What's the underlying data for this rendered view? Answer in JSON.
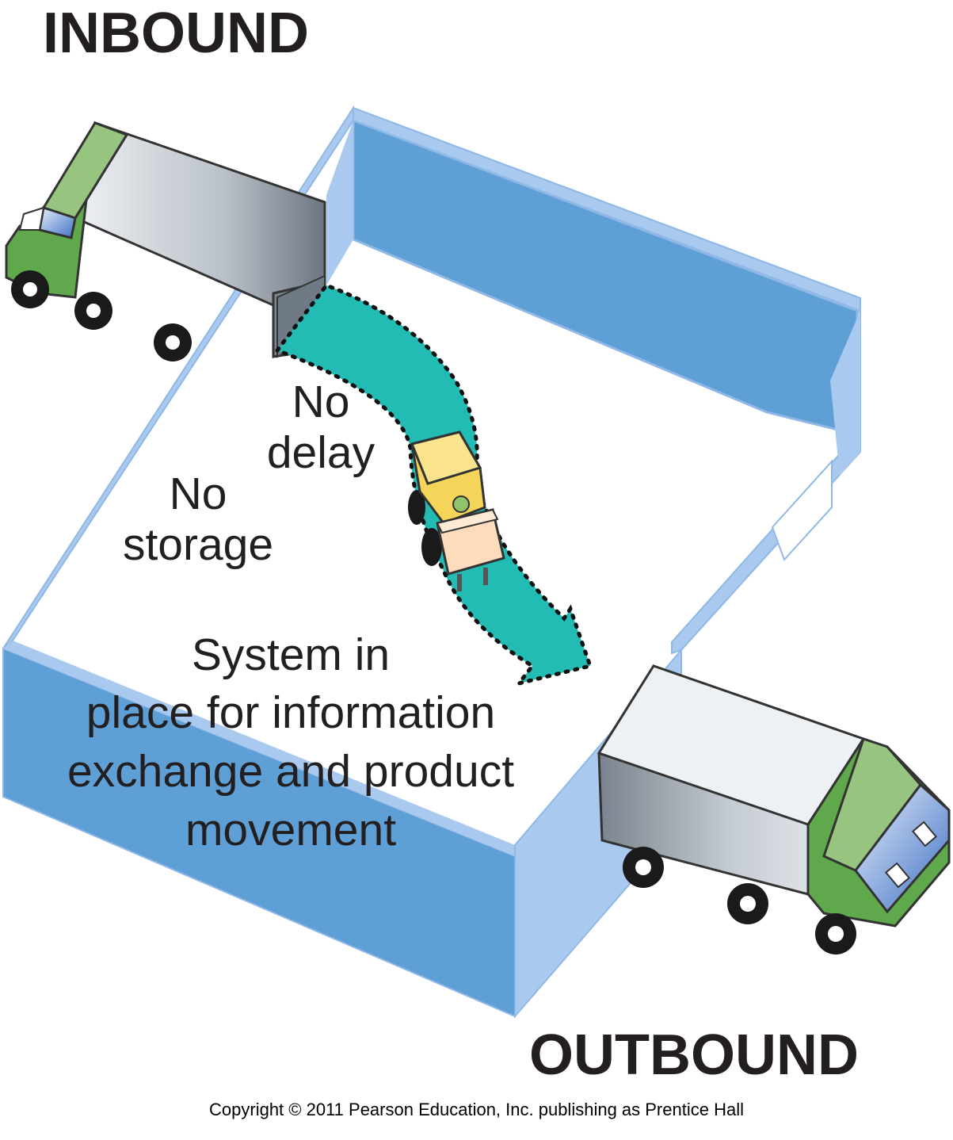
{
  "headings": {
    "inbound": "INBOUND",
    "outbound": "OUTBOUND"
  },
  "labels": {
    "no_delay": [
      "No",
      "delay"
    ],
    "no_storage": [
      "No",
      "storage"
    ],
    "system": [
      "System in",
      "place for information",
      "exchange and product",
      "movement"
    ]
  },
  "copyright": "Copyright © 2011 Pearson Education, Inc. publishing as Prentice Hall",
  "colors": {
    "wall_dark": "#5e9fd6",
    "wall_light": "#a9c9ee",
    "flow_arrow": "#22bcb5",
    "truck_cab": "#5fa84b",
    "truck_cab_light": "#97c47e",
    "truck_box": "#b5bcc4",
    "forklift": "#f5d45a",
    "pallet": "#fcdcbc"
  },
  "icons": [
    "inbound-truck-icon",
    "outbound-truck-icon",
    "forklift-icon",
    "flow-arrow-icon",
    "warehouse-icon"
  ]
}
